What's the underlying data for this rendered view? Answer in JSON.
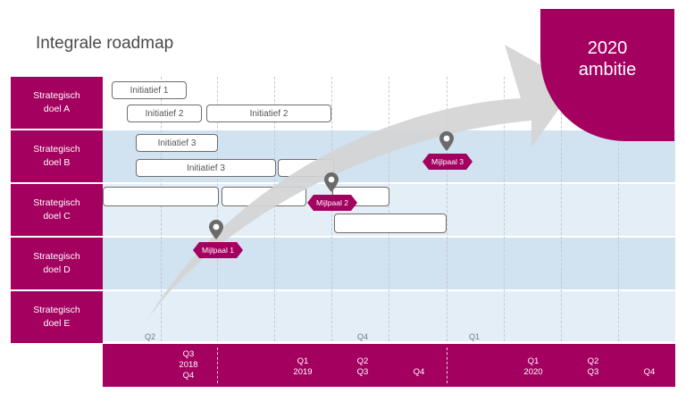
{
  "title": "Integrale roadmap",
  "ambition": {
    "line1": "2020",
    "line2": "ambitie"
  },
  "rows": [
    {
      "line1": "Strategisch",
      "line2": "doel A"
    },
    {
      "line1": "Strategisch",
      "line2": "doel B"
    },
    {
      "line1": "Strategisch",
      "line2": "doel C"
    },
    {
      "line1": "Strategisch",
      "line2": "doel D"
    },
    {
      "line1": "Strategisch",
      "line2": "doel E"
    }
  ],
  "initiatives": [
    {
      "label": "Initiatief 1"
    },
    {
      "label": "Initiatief 2"
    },
    {
      "label": "Initiatief 2"
    },
    {
      "label": "Initiatief 3"
    },
    {
      "label": "Initiatief 3"
    },
    {
      "label": ""
    },
    {
      "label": ""
    },
    {
      "label": ""
    },
    {
      "label": ""
    },
    {
      "label": ""
    }
  ],
  "milestones": [
    {
      "label": "Mijlpaal 1"
    },
    {
      "label": "Mijlpaal 2"
    },
    {
      "label": "Mijlpaal 3"
    }
  ],
  "quarter_markers": [
    "Q2",
    "Q4",
    "Q1"
  ],
  "timeline": {
    "g2018": {
      "q3": "Q3",
      "year": "2018",
      "q4": "Q4"
    },
    "g2019": {
      "q1": "Q1",
      "year": "2019",
      "q2": "Q2",
      "q3": "Q3",
      "q4": "Q4"
    },
    "g2020": {
      "q1": "Q1",
      "year": "2020",
      "q2": "Q2",
      "q3": "Q3",
      "q4": "Q4"
    }
  },
  "colors": {
    "brand": "#a3005f",
    "band_mid": "#d1e2f1",
    "band_light": "#e4eef7",
    "arrow": "#d4d4d4"
  }
}
